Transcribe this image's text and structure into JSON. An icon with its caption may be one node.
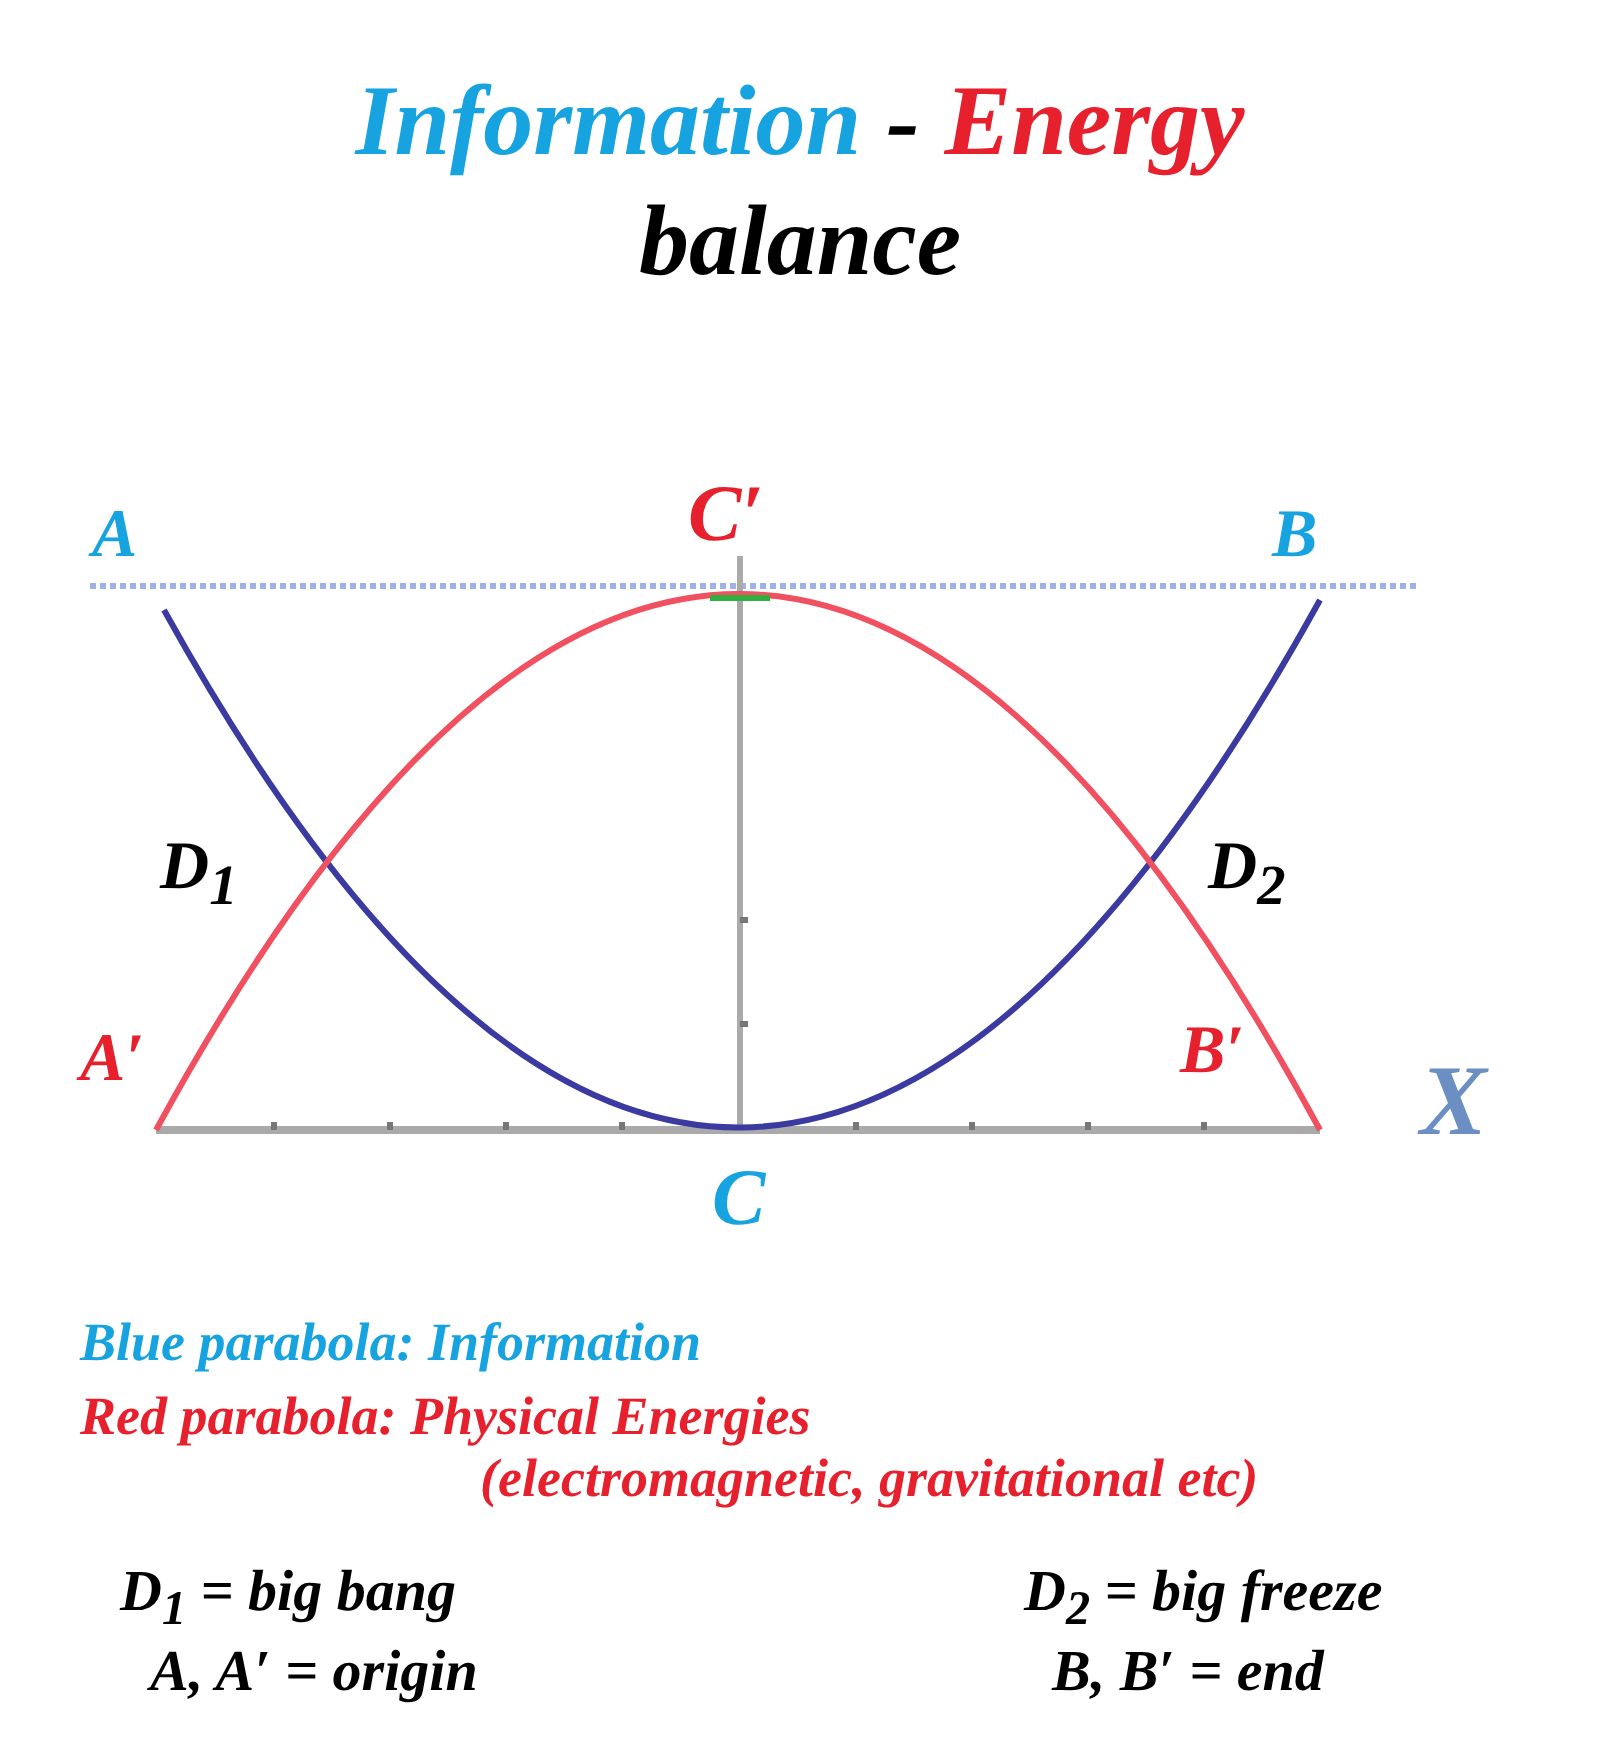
{
  "diagram": {
    "title": "Information - Energy balance",
    "labels": [
      "A",
      "C′",
      "B",
      "D$_{1}$",
      "D$_{2}$",
      "A′",
      "B′",
      "X",
      "C",
      "Blue parabola: Information",
      "Red parabola: Physical Energies (electromagnetic, gravitational etc)",
      "D$_{1}$ = big bang",
      "D$_{2}$ = big freeze",
      "A, A′ = origin",
      "B, B′ = end"
    ]
  }
}
